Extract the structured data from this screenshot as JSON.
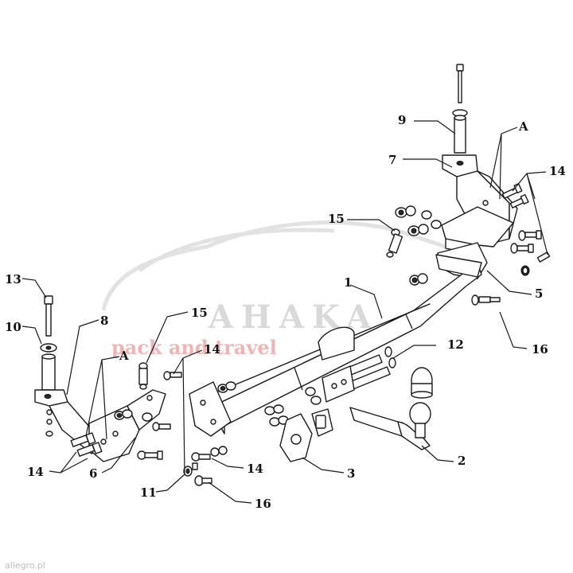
{
  "watermark": {
    "brand": "AHAKA",
    "tagline": "pack and travel"
  },
  "source_mark": "allegro.pl",
  "callouts": [
    {
      "id": "c1",
      "text": "1"
    },
    {
      "id": "c2",
      "text": "2"
    },
    {
      "id": "c3",
      "text": "3"
    },
    {
      "id": "c5",
      "text": "5"
    },
    {
      "id": "c6",
      "text": "6"
    },
    {
      "id": "c7",
      "text": "7"
    },
    {
      "id": "c8",
      "text": "8"
    },
    {
      "id": "c9",
      "text": "9"
    },
    {
      "id": "c10",
      "text": "10"
    },
    {
      "id": "c11",
      "text": "11"
    },
    {
      "id": "c12",
      "text": "12"
    },
    {
      "id": "c13",
      "text": "13"
    },
    {
      "id": "c14a",
      "text": "14"
    },
    {
      "id": "c14b",
      "text": "14"
    },
    {
      "id": "c14c",
      "text": "14"
    },
    {
      "id": "c14d",
      "text": "14"
    },
    {
      "id": "c15a",
      "text": "15"
    },
    {
      "id": "c15b",
      "text": "15"
    },
    {
      "id": "c16a",
      "text": "16"
    },
    {
      "id": "c16b",
      "text": "16"
    },
    {
      "id": "cAa",
      "text": "A"
    },
    {
      "id": "cAb",
      "text": "A"
    }
  ]
}
